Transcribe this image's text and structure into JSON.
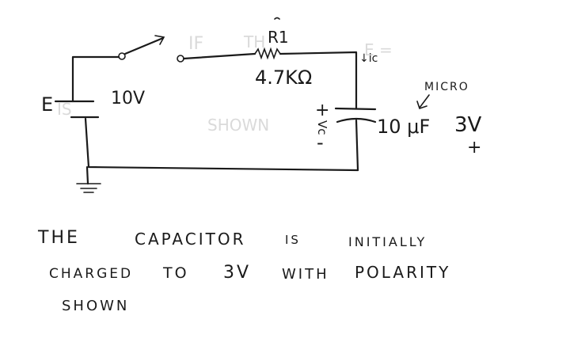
{
  "diagram": {
    "labels": {
      "source_name": "E",
      "source_value": "10V",
      "resistor_name": "R1",
      "resistor_value": "4.7KΩ",
      "current_label": "↓ic",
      "micro_note": "MICRO",
      "cap_plus": "+",
      "cap_minus": "-",
      "cap_voltage_symbol": "Vc",
      "cap_value": "10 μF",
      "cap_initial_voltage": "3V",
      "outer_plus": "+"
    },
    "note": {
      "line1_words": [
        "THE",
        "CAPACITOR",
        "IS",
        "INITIALLY"
      ],
      "line2_words": [
        "CHARGED",
        "TO",
        "3V",
        "WITH",
        "POLARITY"
      ],
      "line3_words": [
        "SHOWN"
      ]
    }
  }
}
